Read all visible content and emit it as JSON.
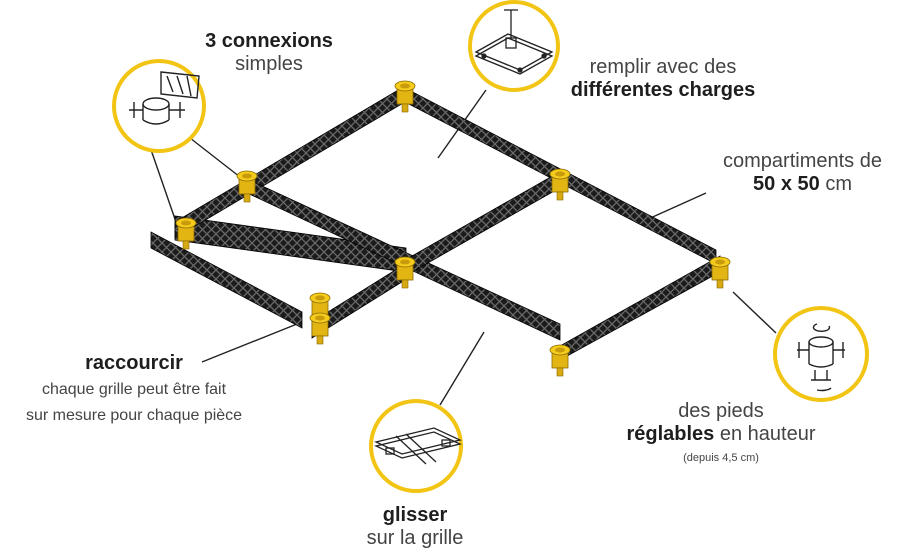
{
  "labels": {
    "connexions": {
      "bold": "3 connexions",
      "sub": "simples"
    },
    "remplir": {
      "line1": "remplir avec des",
      "bold": "différentes charges"
    },
    "compartiments": {
      "line1": "compartiments de",
      "bold": "50 x 50",
      "unit": "cm"
    },
    "raccourcir": {
      "bold": "raccourcir",
      "line1": "chaque grille peut être fait",
      "line2": "sur mesure pour chaque pièce"
    },
    "pieds": {
      "line1": "des pieds",
      "bold": "réglables",
      "after": "en hauteur",
      "note": "(depuis 4,5 cm)"
    },
    "glisser": {
      "bold": "glisser",
      "sub": "sur la grille"
    }
  },
  "colors": {
    "grid": "#1b1b1b",
    "connector": "#f2c514",
    "circle_border": "#f2c514",
    "leader": "#222222",
    "text": "#333333"
  },
  "icons": [
    "connector-detail-icon",
    "load-plate-icon",
    "adjustable-foot-icon",
    "slide-rail-icon"
  ]
}
